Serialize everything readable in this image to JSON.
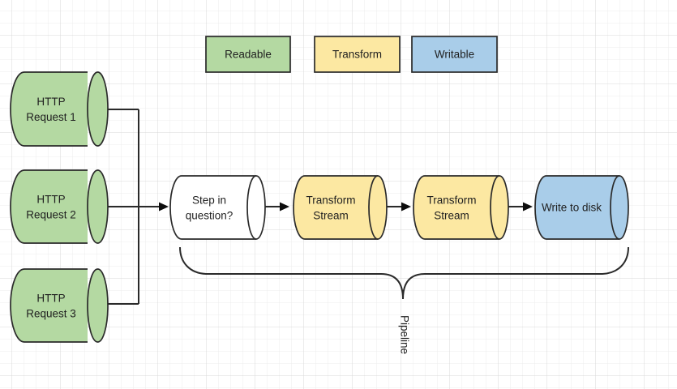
{
  "palette": {
    "readable": "#b4d9a2",
    "transform": "#fce8a2",
    "writable": "#a9cde9",
    "unknown": "#ffffff",
    "stroke": "#2a2a2a",
    "grid_minor": "#ececec",
    "grid_major": "#d9d9d9",
    "canvas": "#ffffff"
  },
  "legend": {
    "items": [
      {
        "label": "Readable"
      },
      {
        "label": "Transform"
      },
      {
        "label": "Writable"
      }
    ]
  },
  "sources": [
    {
      "line1": "HTTP",
      "line2": "Request 1"
    },
    {
      "line1": "HTTP",
      "line2": "Request 2"
    },
    {
      "line1": "HTTP",
      "line2": "Request 3"
    }
  ],
  "pipeline": {
    "steps": [
      {
        "line1": "Step in",
        "line2": "question?"
      },
      {
        "line1": "Transform",
        "line2": "Stream"
      },
      {
        "line1": "Transform",
        "line2": "Stream"
      },
      {
        "line1": "Write to disk",
        "line2": ""
      }
    ],
    "brace_label": "Pipeline"
  }
}
